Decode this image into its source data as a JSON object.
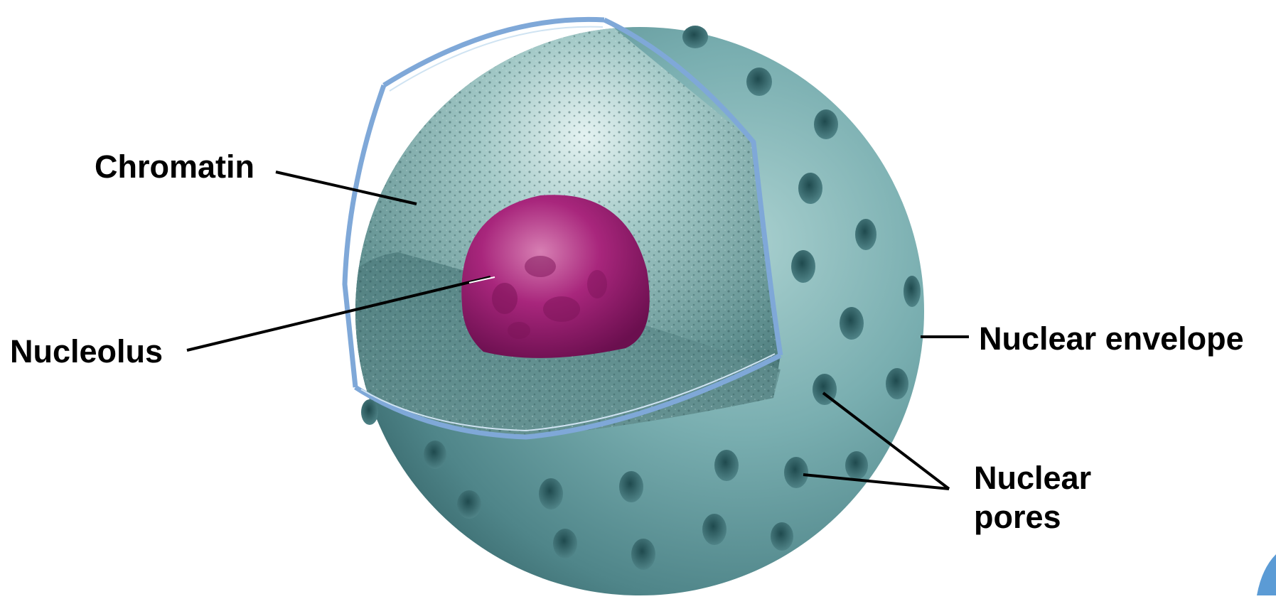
{
  "labels": {
    "chromatin": "Chromatin",
    "nucleolus": "Nucleolus",
    "nuclear_envelope": "Nuclear envelope",
    "nuclear_pores_line1": "Nuclear",
    "nuclear_pores_line2": "pores"
  },
  "colors": {
    "envelope_teal": "#6fa3a6",
    "envelope_dark": "#3d6e72",
    "membrane_blue": "#7fa8d8",
    "chromatin_teal": "#8fb9b8",
    "nucleolus_magenta": "#9e1f73",
    "leader_line": "#000000"
  },
  "icons": [
    "nucleus-cutaway-illustration"
  ]
}
